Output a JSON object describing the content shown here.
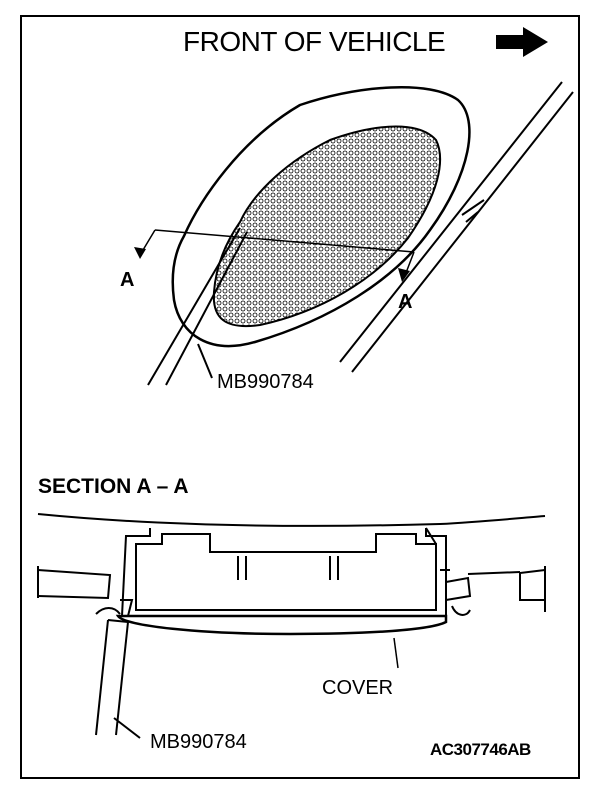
{
  "labels": {
    "front_of_vehicle": "FRONT OF VEHICLE",
    "section_title": "SECTION A – A",
    "section_mark_left": "A",
    "section_mark_right": "A",
    "tool_top": "MB990784",
    "tool_bottom": "MB990784",
    "cover": "COVER",
    "figure_code": "AC307746AB"
  },
  "icons": {
    "direction": "arrow-right-icon"
  }
}
